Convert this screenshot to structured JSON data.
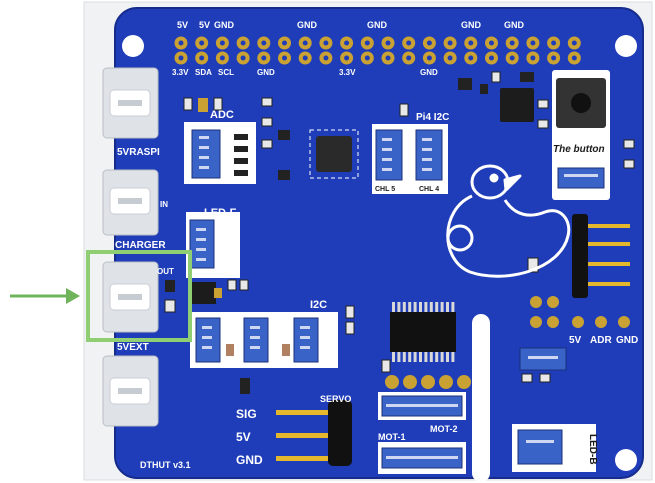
{
  "board": {
    "name": "DTHUT v3.1",
    "colors": {
      "pcb": "#1f3db8",
      "pcb_edge": "#152c8c",
      "pad": "#c9a233",
      "silk": "#ffffff",
      "highlight": "#8fce72",
      "arrow": "#6fb35a",
      "connector": "#3a63c8",
      "usb": "#dfe3e8"
    }
  },
  "header": {
    "top_labels": [
      "5V",
      "5V",
      "GND",
      "GND",
      "GND",
      "GND",
      "GND"
    ],
    "bottom_labels": [
      "3.3V",
      "SDA",
      "SCL",
      "GND",
      "3.3V",
      "GND"
    ]
  },
  "usb_ports": {
    "labels": [
      "5VRASPI",
      "IN",
      "CHARGER",
      "OUT",
      "5VEXT"
    ]
  },
  "modules": {
    "adc": "ADC",
    "led_f": "LED-F",
    "pi4_i2c": "Pi4 I2C",
    "chl5": "CHL 5",
    "chl4": "CHL 4",
    "i2c": "I2C",
    "the_button": "The button",
    "servo": "SERVO",
    "mot1": "MOT-1",
    "mot2": "MOT-2",
    "led_b": "LED-B"
  },
  "servo_pins": [
    "SIG",
    "5V",
    "GND"
  ],
  "addr_pins": [
    "5V",
    "ADR",
    "GND"
  ],
  "highlight_target": "OUT"
}
